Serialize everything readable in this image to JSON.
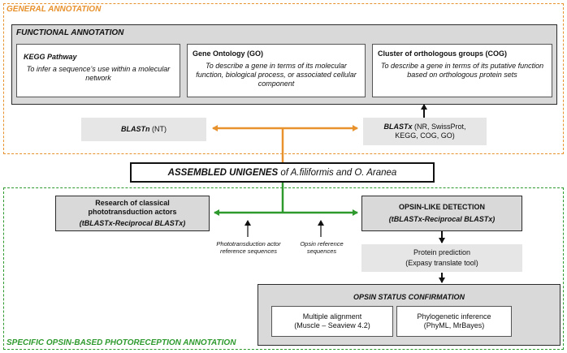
{
  "general": {
    "title": "GENERAL ANNOTATION",
    "color": "#e8922e"
  },
  "functional": {
    "title": "FUNCTIONAL ANNOTATION",
    "kegg": {
      "title": "KEGG Pathway",
      "desc": "To infer a sequence’s use within a molecular network"
    },
    "go": {
      "title": "Gene Ontology (GO)",
      "desc": "To describe a gene in terms of its molecular function, biological process, or associated cellular component"
    },
    "cog": {
      "title": "Cluster of orthologous groups (COG)",
      "desc": "To describe a gene in terms of its putative function based on orthologous protein sets"
    }
  },
  "blastn": {
    "name": "BLASTn",
    "db": " (NT)"
  },
  "blastx": {
    "name": "BLASTx",
    "db1": " (NR, SwissProt,",
    "db2": "KEGG, COG, GO)"
  },
  "assembled": {
    "bold": "ASSEMBLED UNIGENES",
    "mid": " of ",
    "sp1": "A.filiformis",
    "and": " and ",
    "sp2": "O. Aranea"
  },
  "specific": {
    "title": "SPECIFIC OPSIN-BASED PHOTORECEPTION ANNOTATION",
    "color": "#2e9a2e"
  },
  "research": {
    "line1": "Research of classical",
    "line2": "phototransduction actors",
    "method": "(tBLASTx-Reciprocal BLASTx)"
  },
  "opsin_detect": {
    "title": "OPSIN-LIKE DETECTION",
    "method": "(tBLASTx-Reciprocal BLASTx)"
  },
  "refs": {
    "photo_line1": "Phototransduction actor",
    "photo_line2": "reference sequences",
    "opsin_line1": "Opsin reference",
    "opsin_line2": "sequences"
  },
  "protein": {
    "line1": "Protein prediction",
    "line2": "(Expasy translate tool)"
  },
  "confirmation": {
    "title": "OPSIN STATUS CONFIRMATION",
    "align_line1": "Multiple alignment",
    "align_line2": "(Muscle – Seaview 4.2)",
    "phylo_line1": "Phylogenetic inference",
    "phylo_line2": "(PhyML, MrBayes)"
  }
}
